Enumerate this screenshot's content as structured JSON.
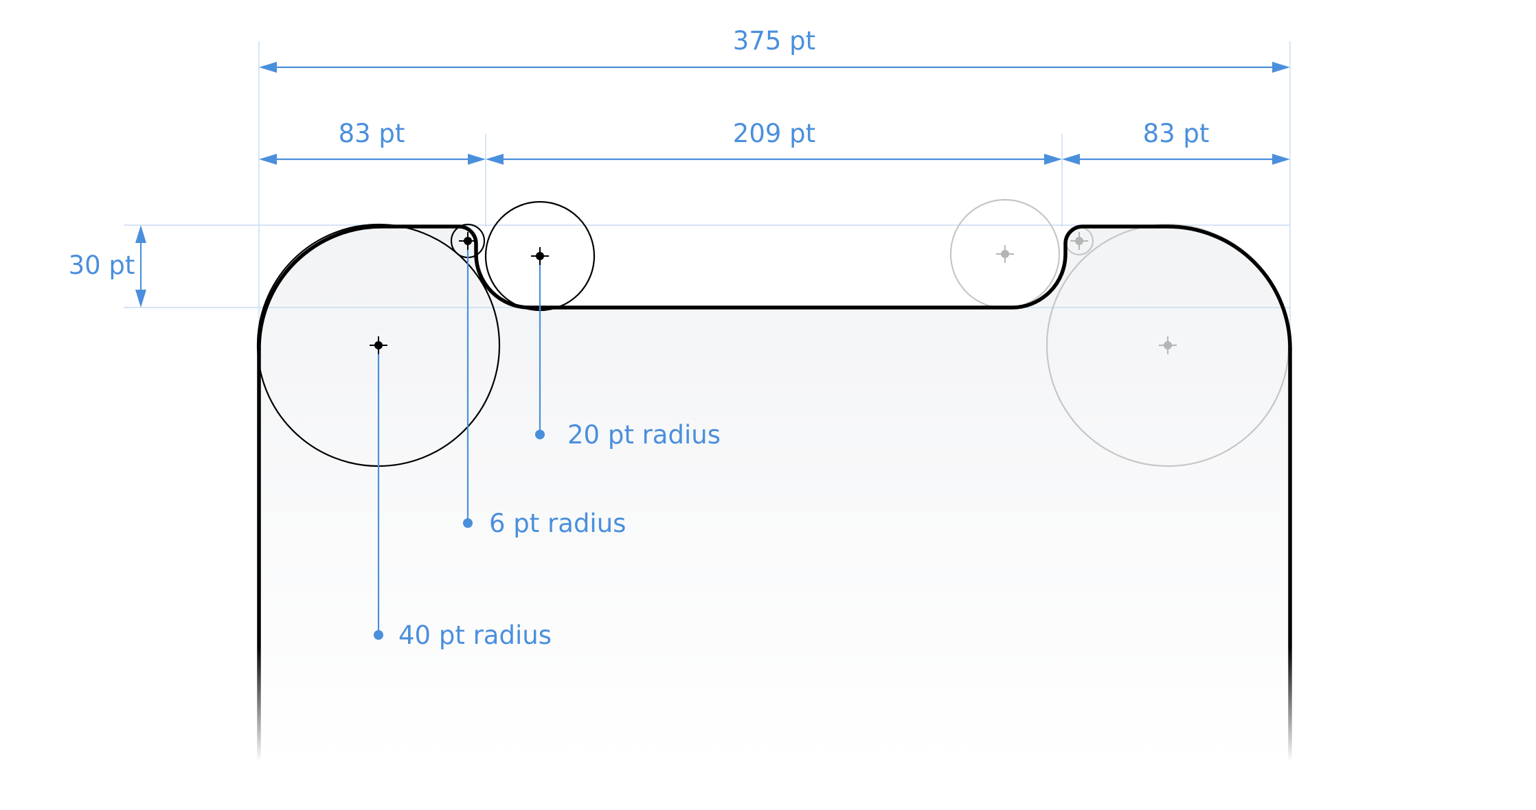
{
  "dimensions": {
    "total_width": "375 pt",
    "left_ear_width": "83 pt",
    "notch_width": "209 pt",
    "right_ear_width": "83 pt",
    "notch_height": "30 pt"
  },
  "callouts": {
    "notch_corner_radius": "20 pt radius",
    "notch_shoulder_radius": "6 pt radius",
    "screen_corner_radius": "40 pt radius"
  },
  "colors": {
    "annotation": "#4a8fdc",
    "outline": "#000000",
    "mirrored_circles": "#c6c6c6"
  }
}
